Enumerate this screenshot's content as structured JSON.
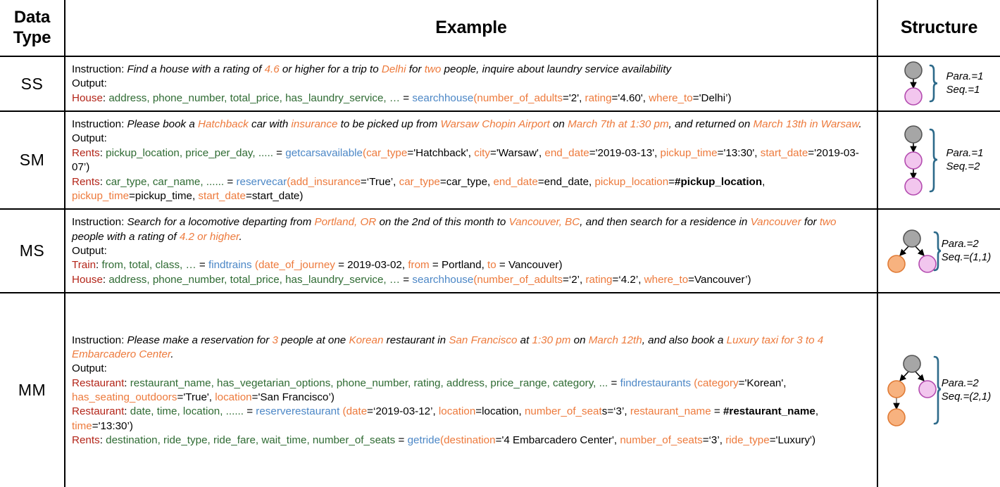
{
  "header": {
    "data_type": "Data\nType",
    "data_type_line1": "Data",
    "data_type_line2": "Type",
    "example": "Example",
    "structure": "Structure"
  },
  "colors": {
    "entity": "#b32519",
    "field": "#2f6b33",
    "function": "#4c87c6",
    "param": "#ed7a3c",
    "highlight": "#ed7a3c",
    "node_gray": "#a6a6a6",
    "node_pink": "#f2c6ee",
    "node_pink_border": "#b44cb0",
    "node_orange": "#f7b27f",
    "node_orange_border": "#e07b36",
    "brace": "#2d6a8a"
  },
  "rows": [
    {
      "data_type": "SS",
      "instruction_label": "Instruction:",
      "instruction_segments": [
        {
          "text": "Find a house with a rating of ",
          "style": "italic"
        },
        {
          "text": "4.6",
          "style": "italic-hl"
        },
        {
          "text": " or higher for a trip to ",
          "style": "italic"
        },
        {
          "text": "Delhi",
          "style": "italic-hl"
        },
        {
          "text": " for ",
          "style": "italic"
        },
        {
          "text": "two",
          "style": "italic-hl"
        },
        {
          "text": " people, inquire about laundry service availability",
          "style": "italic"
        }
      ],
      "output_label": "Output:",
      "output_lines": [
        [
          {
            "text": "House",
            "style": "entity"
          },
          {
            "text": ": ",
            "style": "plain"
          },
          {
            "text": "address, phone_number, total_price, has_laundry_service, …",
            "style": "field"
          },
          {
            "text": " = ",
            "style": "plain"
          },
          {
            "text": "searchhouse",
            "style": "func"
          },
          {
            "text": "(",
            "style": "param"
          },
          {
            "text": "number_of_adults",
            "style": "param"
          },
          {
            "text": "='2', ",
            "style": "plain"
          },
          {
            "text": "rating",
            "style": "param"
          },
          {
            "text": "='4.60', ",
            "style": "plain"
          },
          {
            "text": "where_to",
            "style": "param"
          },
          {
            "text": "='Delhi’)",
            "style": "plain"
          }
        ]
      ],
      "structure": {
        "para": "Para.=1",
        "seq": "Seq.=1",
        "graph": "ss"
      }
    },
    {
      "data_type": "SM",
      "instruction_label": "Instruction:",
      "instruction_segments": [
        {
          "text": "Please book a ",
          "style": "italic"
        },
        {
          "text": "Hatchback",
          "style": "italic-hl"
        },
        {
          "text": " car with ",
          "style": "italic"
        },
        {
          "text": "insurance",
          "style": "italic-hl"
        },
        {
          "text": " to be picked up from ",
          "style": "italic"
        },
        {
          "text": "Warsaw Chopin Airport",
          "style": "italic-hl"
        },
        {
          "text": " on ",
          "style": "italic"
        },
        {
          "text": "March 7th at 1:30 pm",
          "style": "italic-hl"
        },
        {
          "text": ", and returned on ",
          "style": "italic"
        },
        {
          "text": "March 13th in Warsaw",
          "style": "italic-hl"
        },
        {
          "text": ".",
          "style": "italic"
        }
      ],
      "output_label": "Output:",
      "output_lines": [
        [
          {
            "text": "Rents",
            "style": "entity"
          },
          {
            "text": ": ",
            "style": "plain"
          },
          {
            "text": "pickup_location, price_per_day, .....",
            "style": "field"
          },
          {
            "text": " = ",
            "style": "plain"
          },
          {
            "text": "getcarsavailable",
            "style": "func"
          },
          {
            "text": "(",
            "style": "param"
          },
          {
            "text": "car_type",
            "style": "param"
          },
          {
            "text": "='Hatchback', ",
            "style": "plain"
          },
          {
            "text": "city",
            "style": "param"
          },
          {
            "text": "='Warsaw', ",
            "style": "plain"
          },
          {
            "text": "end_date",
            "style": "param"
          },
          {
            "text": "='2019-03-13', ",
            "style": "plain"
          },
          {
            "text": "pickup_time",
            "style": "param"
          },
          {
            "text": "='13:30', ",
            "style": "plain"
          },
          {
            "text": "start_date",
            "style": "param"
          },
          {
            "text": "='2019-03-07’)",
            "style": "plain"
          }
        ],
        [
          {
            "text": "Rents",
            "style": "entity"
          },
          {
            "text": ": ",
            "style": "plain"
          },
          {
            "text": "car_type, car_name, ......",
            "style": "field"
          },
          {
            "text": " = ",
            "style": "plain"
          },
          {
            "text": "reservecar",
            "style": "func"
          },
          {
            "text": "(",
            "style": "param"
          },
          {
            "text": "add_insurance",
            "style": "param"
          },
          {
            "text": "=‘True’, ",
            "style": "plain"
          },
          {
            "text": "car_type",
            "style": "param"
          },
          {
            "text": "=car_type, ",
            "style": "plain"
          },
          {
            "text": "end_date",
            "style": "param"
          },
          {
            "text": "=end_date, ",
            "style": "plain"
          },
          {
            "text": "pickup_location",
            "style": "param"
          },
          {
            "text": "=",
            "style": "plain"
          },
          {
            "text": "#pickup_location",
            "style": "bold"
          },
          {
            "text": ", ",
            "style": "plain"
          },
          {
            "text": "pickup_time",
            "style": "param"
          },
          {
            "text": "=pickup_time, ",
            "style": "plain"
          },
          {
            "text": "start_date",
            "style": "param"
          },
          {
            "text": "=start_date)",
            "style": "plain"
          }
        ]
      ],
      "structure": {
        "para": "Para.=1",
        "seq": "Seq.=2",
        "graph": "sm"
      }
    },
    {
      "data_type": "MS",
      "instruction_label": "Instruction:",
      "instruction_segments": [
        {
          "text": "Search for a locomotive departing from ",
          "style": "italic"
        },
        {
          "text": "Portland, OR",
          "style": "italic-hl"
        },
        {
          "text": " on the 2nd of this month to ",
          "style": "italic"
        },
        {
          "text": "Vancouver, BC",
          "style": "italic-hl"
        },
        {
          "text": ", and then search for a residence in ",
          "style": "italic"
        },
        {
          "text": "Vancouver",
          "style": "italic-hl"
        },
        {
          "text": " for ",
          "style": "italic"
        },
        {
          "text": "two",
          "style": "italic-hl"
        },
        {
          "text": " people with a rating of ",
          "style": "italic"
        },
        {
          "text": "4.2 or higher",
          "style": "italic-hl"
        },
        {
          "text": ".",
          "style": "italic"
        }
      ],
      "output_label": "Output:",
      "output_lines": [
        [
          {
            "text": "Train",
            "style": "entity"
          },
          {
            "text": ": ",
            "style": "plain"
          },
          {
            "text": "from, total, class, …",
            "style": "field"
          },
          {
            "text": " = ",
            "style": "plain"
          },
          {
            "text": "findtrains",
            "style": "func"
          },
          {
            "text": " (",
            "style": "param"
          },
          {
            "text": "date_of_journey",
            "style": "param"
          },
          {
            "text": " = 2019-03-02, ",
            "style": "plain"
          },
          {
            "text": "from",
            "style": "param"
          },
          {
            "text": " = Portland, ",
            "style": "plain"
          },
          {
            "text": "to",
            "style": "param"
          },
          {
            "text": " = Vancouver)",
            "style": "plain"
          }
        ],
        [
          {
            "text": "House",
            "style": "entity"
          },
          {
            "text": ": ",
            "style": "plain"
          },
          {
            "text": "address, phone_number, total_price, has_laundry_service, …",
            "style": "field"
          },
          {
            "text": " = ",
            "style": "plain"
          },
          {
            "text": "searchhouse",
            "style": "func"
          },
          {
            "text": "(",
            "style": "param"
          },
          {
            "text": "number_of_adults",
            "style": "param"
          },
          {
            "text": "=‘2’, ",
            "style": "plain"
          },
          {
            "text": "rating",
            "style": "param"
          },
          {
            "text": "=‘4.2’, ",
            "style": "plain"
          },
          {
            "text": "where_to",
            "style": "param"
          },
          {
            "text": "=Vancouver’)",
            "style": "plain"
          }
        ]
      ],
      "structure": {
        "para": "Para.=2",
        "seq": "Seq.=(1,1)",
        "graph": "ms"
      }
    },
    {
      "data_type": "MM",
      "instruction_label": "Instruction:",
      "instruction_segments": [
        {
          "text": "Please make a reservation for ",
          "style": "italic"
        },
        {
          "text": "3",
          "style": "italic-hl"
        },
        {
          "text": " people at one ",
          "style": "italic"
        },
        {
          "text": "Korean",
          "style": "italic-hl"
        },
        {
          "text": " restaurant in ",
          "style": "italic"
        },
        {
          "text": "San Francisco",
          "style": "italic-hl"
        },
        {
          "text": " at ",
          "style": "italic"
        },
        {
          "text": "1:30 pm",
          "style": "italic-hl"
        },
        {
          "text": " on ",
          "style": "italic"
        },
        {
          "text": "March 12th",
          "style": "italic-hl"
        },
        {
          "text": ", and also book a ",
          "style": "italic"
        },
        {
          "text": "Luxury taxi for 3 to 4 Embarcadero Center",
          "style": "italic-hl"
        },
        {
          "text": ".",
          "style": "italic"
        }
      ],
      "output_label": "Output:",
      "output_lines": [
        [
          {
            "text": "Restaurant",
            "style": "entity"
          },
          {
            "text": ": ",
            "style": "plain"
          },
          {
            "text": "restaurant_name, has_vegetarian_options, phone_number, rating, address, price_range, category, ...",
            "style": "field"
          },
          {
            "text": " = ",
            "style": "plain"
          },
          {
            "text": "findrestaurants",
            "style": "func"
          },
          {
            "text": " (",
            "style": "param"
          },
          {
            "text": "category",
            "style": "param"
          },
          {
            "text": "='Korean', ",
            "style": "plain"
          },
          {
            "text": "has_seating_outdoors",
            "style": "param"
          },
          {
            "text": "='True', ",
            "style": "plain"
          },
          {
            "text": "location",
            "style": "param"
          },
          {
            "text": "='San Francisco’)",
            "style": "plain"
          }
        ],
        [
          {
            "text": "Restaurant",
            "style": "entity"
          },
          {
            "text": ": ",
            "style": "plain"
          },
          {
            "text": "date, time, location, ......",
            "style": "field"
          },
          {
            "text": " = ",
            "style": "plain"
          },
          {
            "text": "reserverestaurant",
            "style": "func"
          },
          {
            "text": " (",
            "style": "param"
          },
          {
            "text": "date",
            "style": "param"
          },
          {
            "text": "=‘2019-03-12’, ",
            "style": "plain"
          },
          {
            "text": "location",
            "style": "param"
          },
          {
            "text": "=location, ",
            "style": "plain"
          },
          {
            "text": "number_of_seat",
            "style": "param"
          },
          {
            "text": "s=‘3’, ",
            "style": "plain"
          },
          {
            "text": "restaurant_name",
            "style": "param"
          },
          {
            "text": " = ",
            "style": "plain"
          },
          {
            "text": "#restaurant_name",
            "style": "bold"
          },
          {
            "text": ",  ",
            "style": "plain"
          },
          {
            "text": "time",
            "style": "param"
          },
          {
            "text": "='13:30’)",
            "style": "plain"
          }
        ],
        [
          {
            "text": "Rents",
            "style": "entity"
          },
          {
            "text": ": ",
            "style": "plain"
          },
          {
            "text": "destination, ride_type, ride_fare, wait_time, number_of_seats",
            "style": "field"
          },
          {
            "text": " = ",
            "style": "plain"
          },
          {
            "text": "getride",
            "style": "func"
          },
          {
            "text": "(",
            "style": "param"
          },
          {
            "text": "destination",
            "style": "param"
          },
          {
            "text": "='4 Embarcadero Center', ",
            "style": "plain"
          },
          {
            "text": "number_of_seats",
            "style": "param"
          },
          {
            "text": "=‘3’, ",
            "style": "plain"
          },
          {
            "text": "ride_type",
            "style": "param"
          },
          {
            "text": "='Luxury')",
            "style": "plain"
          }
        ]
      ],
      "structure": {
        "para": "Para.=2",
        "seq": "Seq.=(2,1)",
        "graph": "mm"
      }
    }
  ]
}
